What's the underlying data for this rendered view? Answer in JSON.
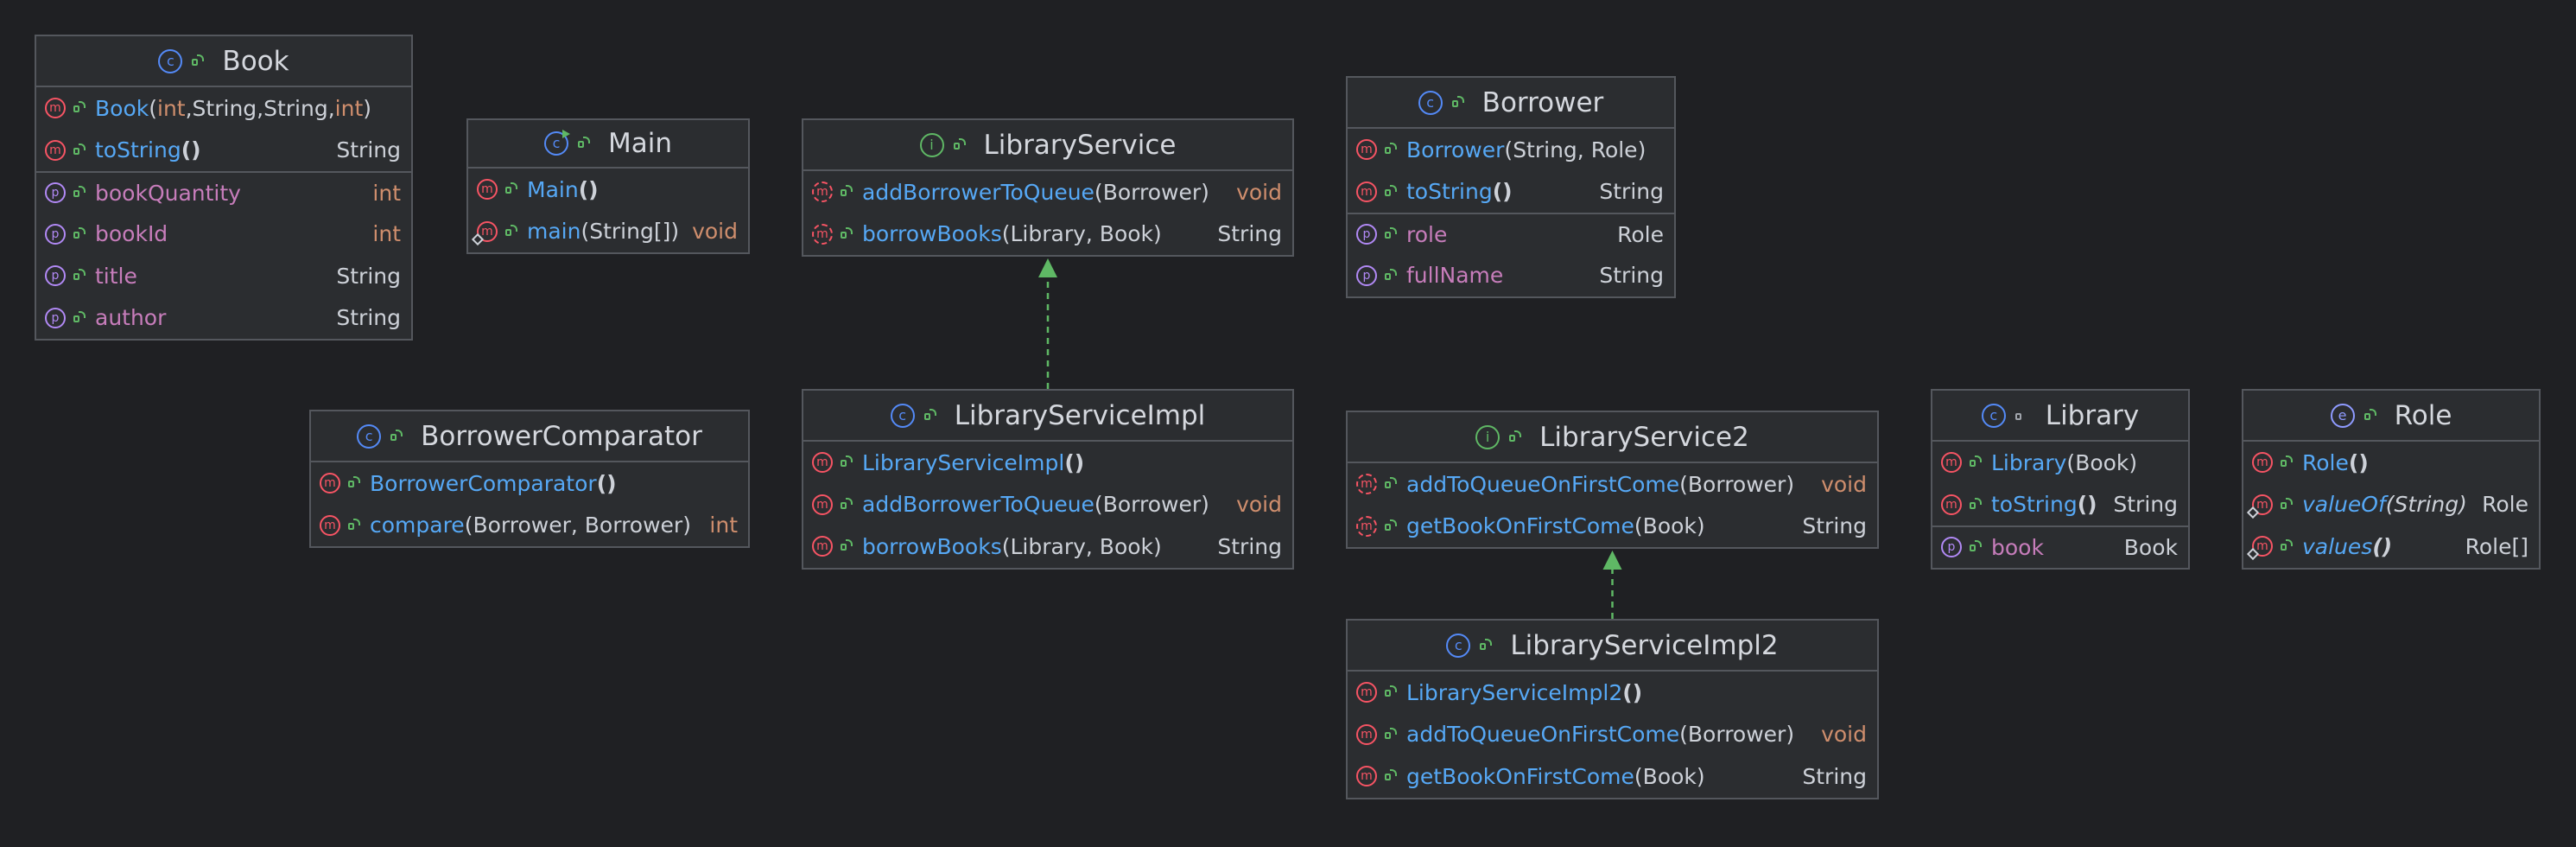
{
  "colors": {
    "background": "#1f2023",
    "box": "#2b2d30",
    "border": "#54575d",
    "method_name": "#56a8f5",
    "property_name": "#c77dbb",
    "primitive_type": "#cf8e6d",
    "arrow": "#5fb865"
  },
  "classes": [
    {
      "id": "book",
      "name": "Book",
      "kind": "class",
      "visibility": "public",
      "rows": [
        {
          "kind": "method",
          "name": "Book",
          "args": [
            "int",
            ", ",
            "String",
            ", ",
            "String",
            ", ",
            "int"
          ],
          "arg_types": [
            "prim",
            "plain",
            "plain",
            "plain",
            "plain",
            "plain",
            "prim"
          ],
          "type": ""
        },
        {
          "kind": "method",
          "name": "toString",
          "args": [],
          "type": "String"
        },
        {
          "kind": "property",
          "name": "bookQuantity",
          "type": "int",
          "sep": true
        },
        {
          "kind": "property",
          "name": "bookId",
          "type": "int"
        },
        {
          "kind": "property",
          "name": "title",
          "type": "String"
        },
        {
          "kind": "property",
          "name": "author",
          "type": "String"
        }
      ]
    },
    {
      "id": "main",
      "name": "Main",
      "kind": "class-runnable",
      "visibility": "public",
      "rows": [
        {
          "kind": "method",
          "name": "Main",
          "args": [],
          "type": ""
        },
        {
          "kind": "method",
          "name": "main",
          "static": true,
          "args": [
            "String[]"
          ],
          "type": "void"
        }
      ]
    },
    {
      "id": "libraryservice",
      "name": "LibraryService",
      "kind": "interface",
      "visibility": "public",
      "rows": [
        {
          "kind": "method",
          "abstract": true,
          "name": "addBorrowerToQueue",
          "args": [
            "Borrower"
          ],
          "type": "void"
        },
        {
          "kind": "method",
          "abstract": true,
          "name": "borrowBooks",
          "args": [
            "Library, Book"
          ],
          "type": "String"
        }
      ]
    },
    {
      "id": "borrower",
      "name": "Borrower",
      "kind": "class",
      "visibility": "public",
      "rows": [
        {
          "kind": "method",
          "name": "Borrower",
          "args": [
            "String, Role"
          ],
          "type": ""
        },
        {
          "kind": "method",
          "name": "toString",
          "args": [],
          "type": "String"
        },
        {
          "kind": "property",
          "name": "role",
          "type": "Role",
          "sep": true
        },
        {
          "kind": "property",
          "name": "fullName",
          "type": "String"
        }
      ]
    },
    {
      "id": "borrowercomparator",
      "name": "BorrowerComparator",
      "kind": "class",
      "visibility": "public",
      "rows": [
        {
          "kind": "method",
          "name": "BorrowerComparator",
          "args": [],
          "type": ""
        },
        {
          "kind": "method",
          "name": "compare",
          "args": [
            "Borrower, Borrower"
          ],
          "type": "int"
        }
      ]
    },
    {
      "id": "libraryserviceimpl",
      "name": "LibraryServiceImpl",
      "kind": "class",
      "visibility": "public",
      "rows": [
        {
          "kind": "method",
          "name": "LibraryServiceImpl",
          "args": [],
          "type": ""
        },
        {
          "kind": "method",
          "name": "addBorrowerToQueue",
          "args": [
            "Borrower"
          ],
          "type": "void"
        },
        {
          "kind": "method",
          "name": "borrowBooks",
          "args": [
            "Library, Book"
          ],
          "type": "String"
        }
      ]
    },
    {
      "id": "libraryservice2",
      "name": "LibraryService2",
      "kind": "interface",
      "visibility": "public",
      "rows": [
        {
          "kind": "method",
          "abstract": true,
          "name": "addToQueueOnFirstCome",
          "args": [
            "Borrower"
          ],
          "type": "void"
        },
        {
          "kind": "method",
          "abstract": true,
          "name": "getBookOnFirstCome",
          "args": [
            "Book"
          ],
          "type": "String"
        }
      ]
    },
    {
      "id": "libraryserviceimpl2",
      "name": "LibraryServiceImpl2",
      "kind": "class",
      "visibility": "public",
      "rows": [
        {
          "kind": "method",
          "name": "LibraryServiceImpl2",
          "args": [],
          "type": ""
        },
        {
          "kind": "method",
          "name": "addToQueueOnFirstCome",
          "args": [
            "Borrower"
          ],
          "type": "void"
        },
        {
          "kind": "method",
          "name": "getBookOnFirstCome",
          "args": [
            "Book"
          ],
          "type": "String"
        }
      ]
    },
    {
      "id": "library",
      "name": "Library",
      "kind": "class",
      "visibility": "package",
      "rows": [
        {
          "kind": "method",
          "name": "Library",
          "args": [
            "Book"
          ],
          "type": ""
        },
        {
          "kind": "method",
          "name": "toString",
          "args": [],
          "type": "String"
        },
        {
          "kind": "property",
          "name": "book",
          "type": "Book",
          "sep": true
        }
      ]
    },
    {
      "id": "role",
      "name": "Role",
      "kind": "enum",
      "visibility": "public",
      "rows": [
        {
          "kind": "method",
          "name": "Role",
          "args": [],
          "type": ""
        },
        {
          "kind": "method",
          "static": true,
          "italic": true,
          "name": "valueOf",
          "args": [
            "String"
          ],
          "type": "Role"
        },
        {
          "kind": "method",
          "static": true,
          "italic": true,
          "name": "values",
          "args": [],
          "type": "Role[]"
        }
      ]
    }
  ],
  "relations": [
    {
      "from": "libraryserviceimpl",
      "to": "libraryservice",
      "type": "implements"
    },
    {
      "from": "libraryserviceimpl2",
      "to": "libraryservice2",
      "type": "implements"
    }
  ]
}
